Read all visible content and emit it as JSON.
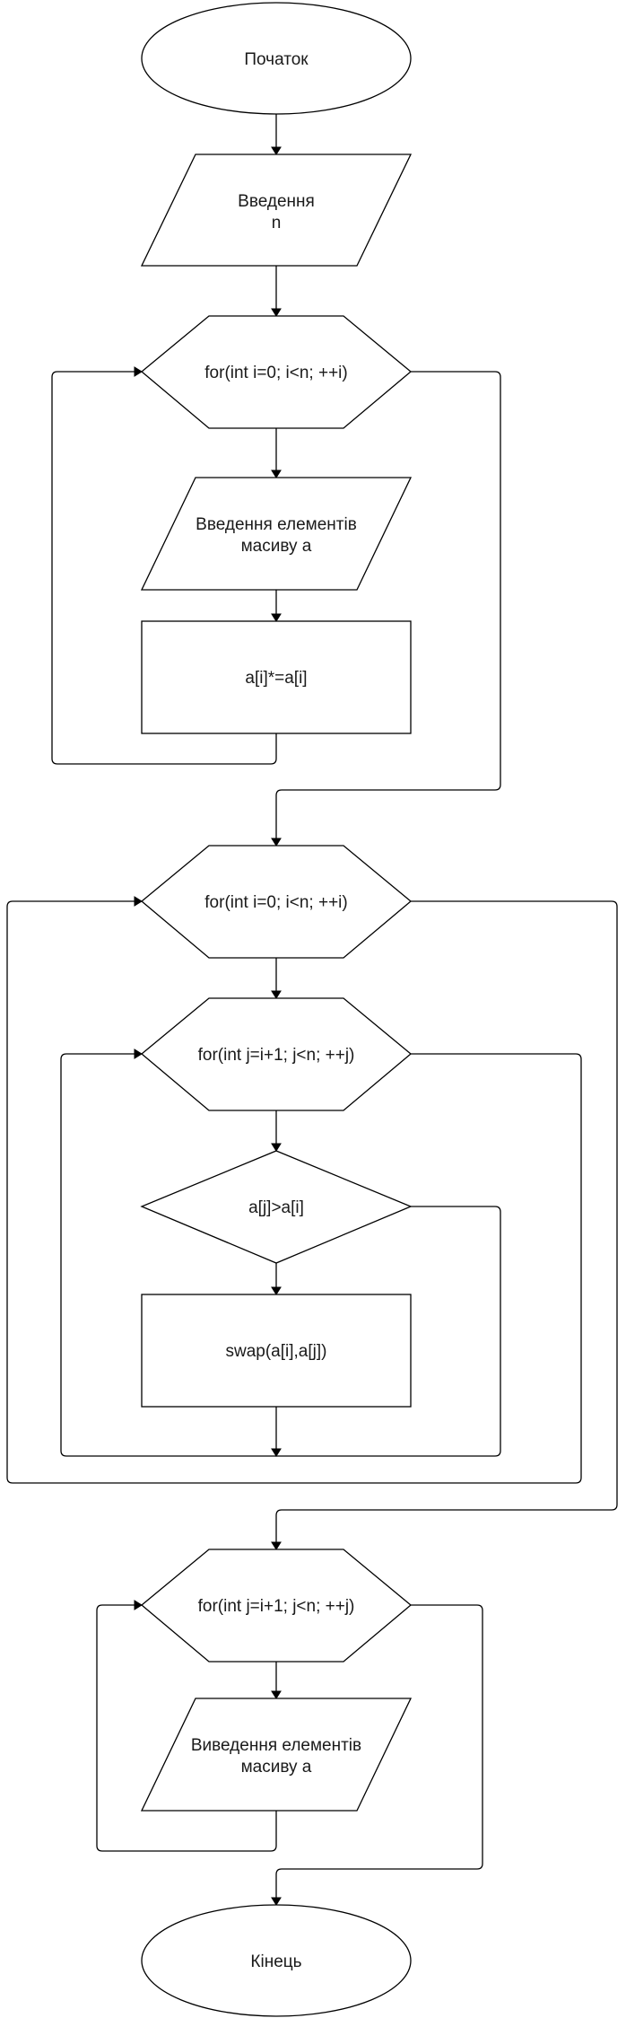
{
  "flowchart": {
    "start": "Початок",
    "input_n_line1": "Введення",
    "input_n_line2": "n",
    "loop1": "for(int i=0; i<n; ++i)",
    "input_elements_line1": "Введення елементів",
    "input_elements_line2": "масиву а",
    "square_op": "a[i]*=a[i]",
    "loop2_outer": "for(int i=0; i<n; ++i)",
    "loop2_inner": "for(int j=i+1; j<n; ++j)",
    "compare": "a[j]>a[i]",
    "swap_op": "swap(a[i],a[j])",
    "loop3": "for(int j=i+1; j<n; ++j)",
    "output_elements_line1": "Виведення елементів",
    "output_elements_line2": "масиву а",
    "end": "Кінець"
  },
  "colors": {
    "stroke": "#000000",
    "fill": "#ffffff",
    "text": "#1a1a1a"
  }
}
